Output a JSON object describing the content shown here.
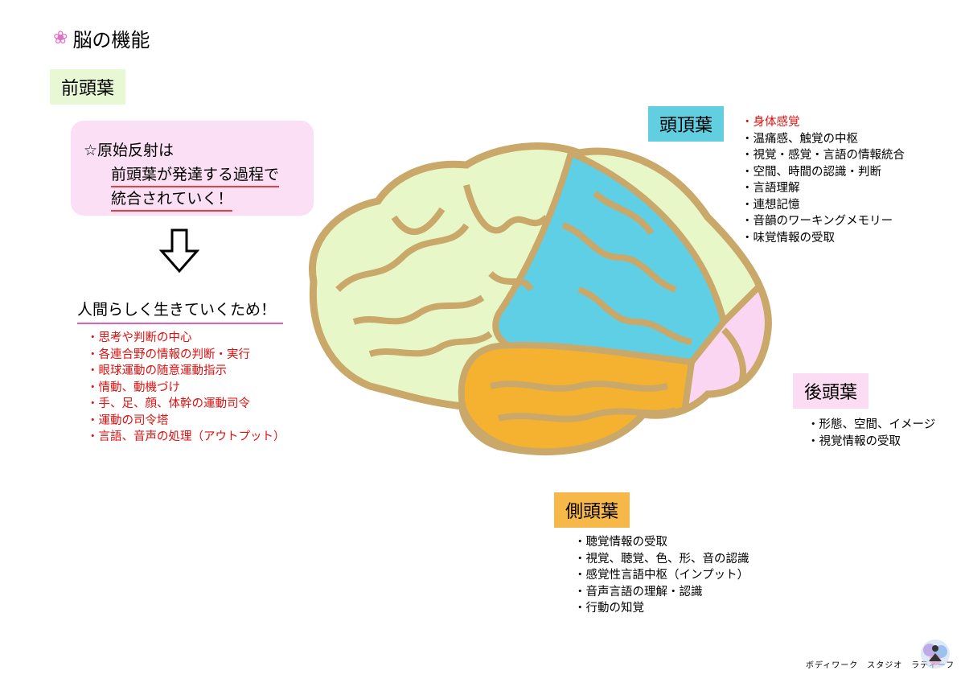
{
  "title": {
    "icon": "flower-icon",
    "text": "脳の機能"
  },
  "frontal": {
    "label": "前頭葉",
    "reflex": {
      "line1": "☆原始反射は",
      "line2": "前頭葉が発達する過程で",
      "line3": "統合されていく！"
    },
    "arrow_icon": "down-arrow-icon",
    "human_text": "人間らしく生きていくため！",
    "items": [
      "思考や判断の中心",
      "各連合野の情報の判断・実行",
      "眼球運動の随意運動指示",
      "情動、動機づけ",
      "手、足、顔、体幹の運動司令",
      "運動の司令塔",
      "言語、音声の処理（アウトプット）"
    ]
  },
  "parietal": {
    "label": "頭頂葉",
    "items": [
      "身体感覚",
      "温痛感、触覚の中枢",
      "視覚・感覚・言語の情報統合",
      "空間、時間の認識・判断",
      "言語理解",
      "連想記憶",
      "音韻のワーキングメモリー",
      "味覚情報の受取"
    ]
  },
  "occipital": {
    "label": "後頭葉",
    "items": [
      "形態、空間、イメージ",
      "視覚情報の受取"
    ]
  },
  "temporal": {
    "label": "側頭葉",
    "items": [
      "聴覚情報の受取",
      "視覚、聴覚、色、形、音の認識",
      "感覚性言語中枢（インプット）",
      "音声言語の理解・認識",
      "行動の知覚"
    ]
  },
  "footer": "ボディワーク　スタジオ　ラティーフ",
  "colors": {
    "frontal": "#e8f7c8",
    "parietal": "#5ecfe4",
    "temporal": "#f5b230",
    "occipital": "#fbd6f2",
    "outline": "#c9a86a",
    "red": "#e01010"
  }
}
